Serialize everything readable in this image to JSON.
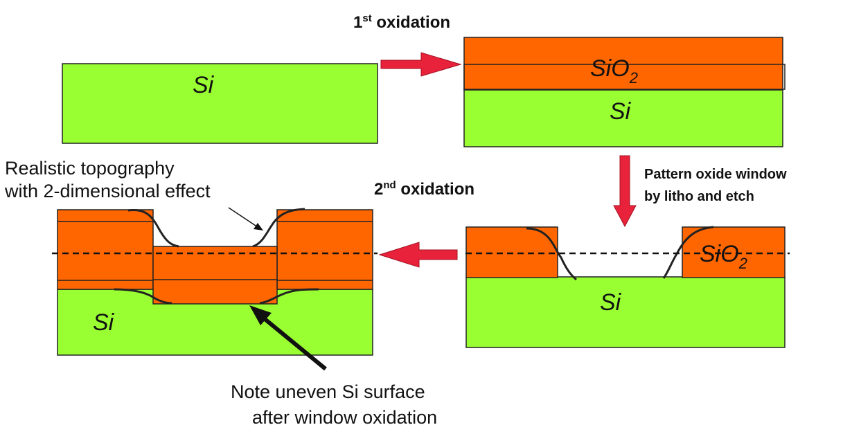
{
  "labels": {
    "first_oxidation": "1",
    "first_oxidation_sup": "st",
    "first_oxidation_rest": " oxidation",
    "second_oxidation": "2",
    "second_oxidation_sup": "nd",
    "second_oxidation_rest": " oxidation",
    "pattern_line1": "Pattern oxide window",
    "pattern_line2": "by litho and etch",
    "realistic_line1": "Realistic topography",
    "realistic_line2": "with 2-dimensional effect",
    "note_line1": "Note uneven Si surface",
    "note_line2": "after window oxidation",
    "si": "Si",
    "sio2": "SiO",
    "sio2_sub": "2"
  },
  "colors": {
    "silicon": "#99ff33",
    "oxide": "#ff6600",
    "arrow": "#e8223a",
    "outline": "#222222"
  }
}
